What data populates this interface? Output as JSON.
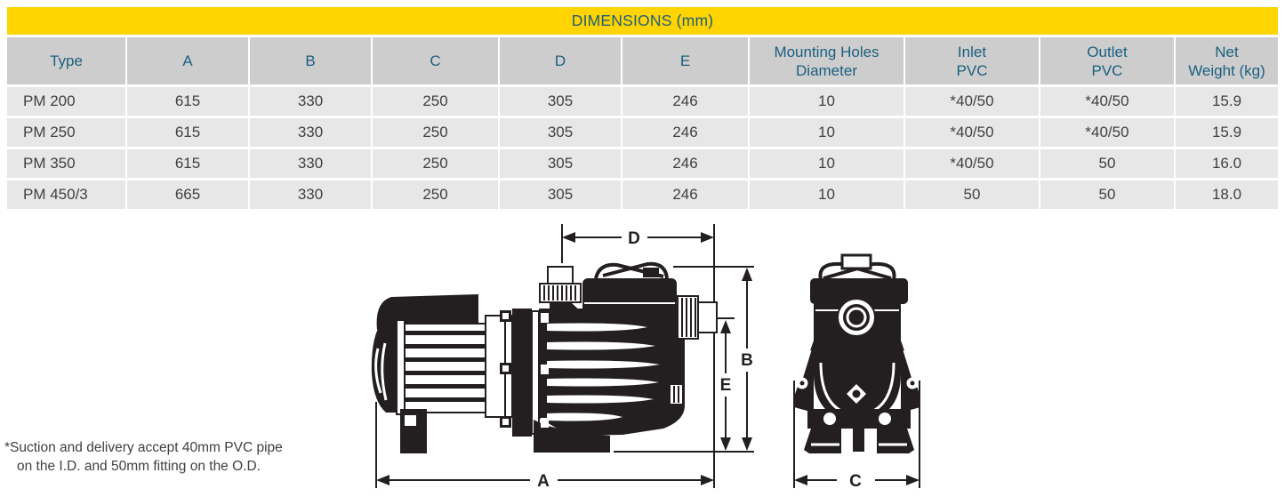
{
  "table": {
    "caption": "DIMENSIONS (mm)",
    "columns": [
      "Type",
      "A",
      "B",
      "C",
      "D",
      "E",
      "Mounting Holes\nDiameter",
      "Inlet\nPVC",
      "Outlet\nPVC",
      "Net\nWeight (kg)"
    ],
    "rows": [
      [
        "PM 200",
        "615",
        "330",
        "250",
        "305",
        "246",
        "10",
        "*40/50",
        "*40/50",
        "15.9"
      ],
      [
        "PM 250",
        "615",
        "330",
        "250",
        "305",
        "246",
        "10",
        "*40/50",
        "*40/50",
        "15.9"
      ],
      [
        "PM 350",
        "615",
        "330",
        "250",
        "305",
        "246",
        "10",
        "*40/50",
        "50",
        "16.0"
      ],
      [
        "PM 450/3",
        "665",
        "330",
        "250",
        "305",
        "246",
        "10",
        "50",
        "50",
        "18.0"
      ]
    ]
  },
  "diagram": {
    "labels": {
      "a": "A",
      "b": "B",
      "c": "C",
      "d": "D",
      "e": "E"
    }
  },
  "footnote": {
    "line1": "*Suction and delivery accept 40mm PVC pipe",
    "line2": "on the I.D. and 50mm fitting on the O.D."
  },
  "colors": {
    "band_yellow": "#ffd400",
    "header_text_blue": "#1a5f7f",
    "header_cell_gray": "#cdcdcd",
    "row_cell_gray": "#e7e7e7",
    "cell_text_gray": "#414042",
    "line_art_black": "#231f20"
  }
}
